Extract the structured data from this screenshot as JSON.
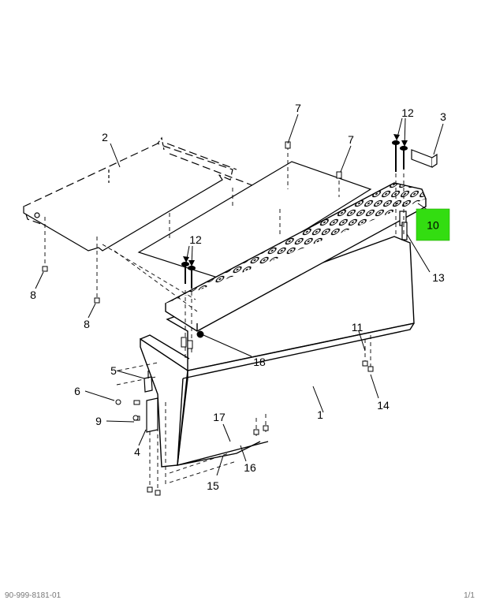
{
  "callouts": {
    "c1": "1",
    "c2": "2",
    "c3": "3",
    "c4": "4",
    "c5": "5",
    "c6": "6",
    "c7a": "7",
    "c7b": "7",
    "c8a": "8",
    "c8b": "8",
    "c9": "9",
    "c10": "10",
    "c11": "11",
    "c12a": "12",
    "c12b": "12",
    "c13": "13",
    "c14": "14",
    "c15": "15",
    "c16": "16",
    "c17": "17",
    "c18": "18"
  },
  "highlight": {
    "color": "#33dd11",
    "label": "10"
  },
  "footer": {
    "left": "90-999-8181-01",
    "right": "1/1"
  }
}
